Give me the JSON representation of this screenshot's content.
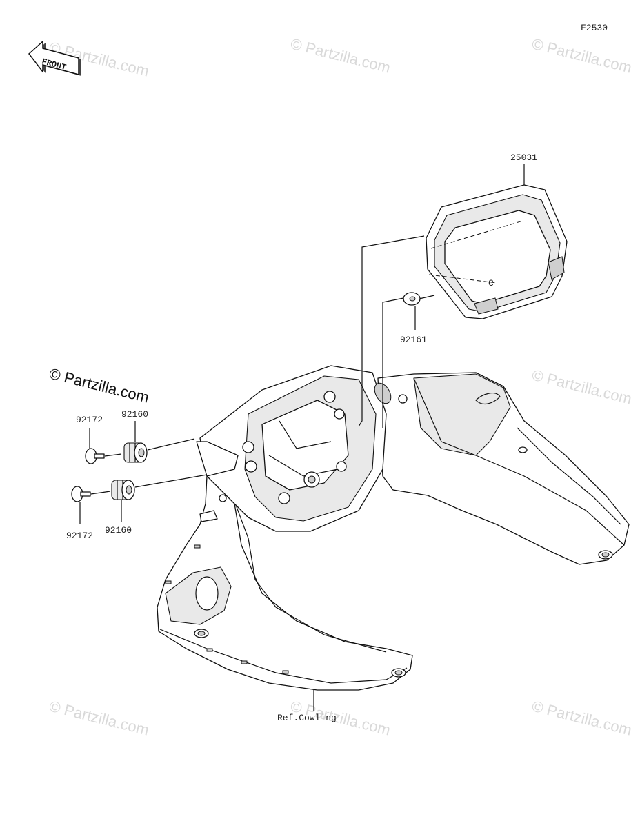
{
  "diagram_code": "F2530",
  "front_label": "FRONT",
  "watermark": "© Partzilla.com",
  "parts": {
    "meter_assembly": "25031",
    "washer": "92161",
    "damper_upper": "92160",
    "damper_lower": "92160",
    "screw_upper": "92172",
    "screw_lower": "92172"
  },
  "reference": "Ref.Cowling"
}
